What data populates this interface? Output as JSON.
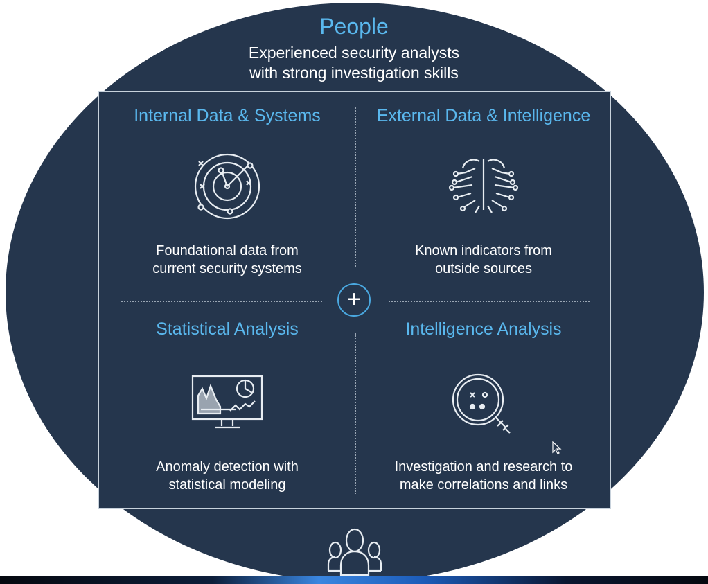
{
  "header": {
    "title": "People",
    "subtitle_line1": "Experienced security analysts",
    "subtitle_line2": "with strong investigation skills"
  },
  "quadrants": [
    {
      "title": "Internal Data & Systems",
      "desc_line1": "Foundational data from",
      "desc_line2": "current security systems",
      "icon": "radar-icon"
    },
    {
      "title": "External Data & Intelligence",
      "desc_line1": "Known indicators from",
      "desc_line2": "outside sources",
      "icon": "circuit-brain-icon"
    },
    {
      "title": "Statistical Analysis",
      "desc_line1": "Anomaly detection with",
      "desc_line2": "statistical modeling",
      "icon": "monitor-charts-icon"
    },
    {
      "title": "Intelligence Analysis",
      "desc_line1": "Investigation and research to",
      "desc_line2": "make correlations and links",
      "icon": "magnifier-icon"
    }
  ],
  "center": {
    "symbol": "+"
  },
  "colors": {
    "background": "#25364d",
    "accent": "#5ab8ee",
    "text": "#ffffff"
  }
}
